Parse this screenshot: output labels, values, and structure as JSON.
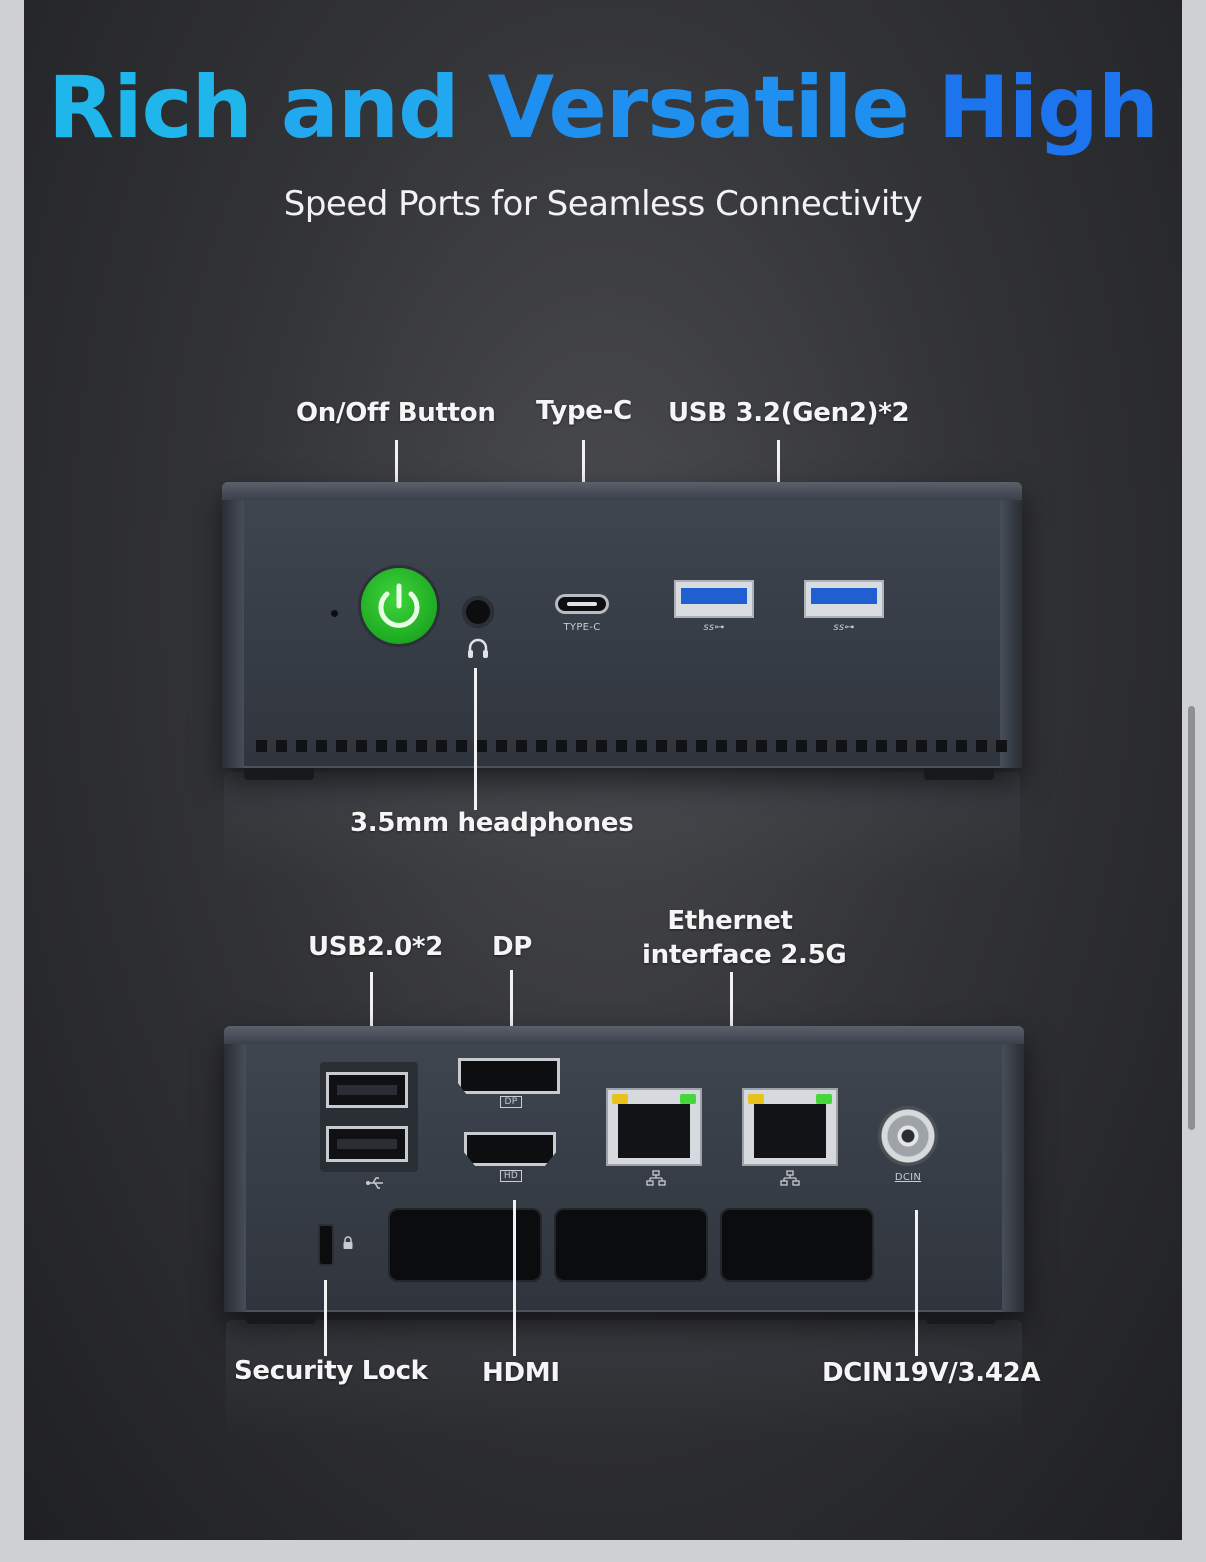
{
  "header": {
    "title_words": [
      {
        "text": "Rich",
        "color": "#1fb6ec"
      },
      {
        "text": " and ",
        "color": "#22a8ee"
      },
      {
        "text": "Versatile",
        "color": "#1f90f0"
      },
      {
        "text": " High",
        "color": "#1c74ee"
      }
    ],
    "subtitle": "Speed Ports for Seamless Connectivity"
  },
  "front_panel": {
    "labels": {
      "power": "On/Off Button",
      "typec": "Type-C",
      "usb32": "USB 3.2(Gen2)*2",
      "headphones": "3.5mm headphones"
    },
    "port_markings": {
      "typec": "TYPE-C",
      "usb_ss": "ss⊶"
    },
    "icons": {
      "power": "power-icon",
      "headphones": "headphones-icon"
    }
  },
  "rear_panel": {
    "labels": {
      "usb20": "USB2.0*2",
      "dp": "DP",
      "ethernet_line1": "Ethernet",
      "ethernet_line2": "interface 2.5G",
      "security": "Security Lock",
      "hdmi": "HDMI",
      "dcin": "DCIN19V/3.42A"
    },
    "port_markings": {
      "dp": "DP",
      "hdmi": "HD",
      "dcin": "DCIN"
    }
  },
  "colors": {
    "power_button": "#22b526",
    "usb3_insert": "#1f5fd0",
    "led_yellow": "#e8c21a",
    "led_green": "#46d83a"
  }
}
